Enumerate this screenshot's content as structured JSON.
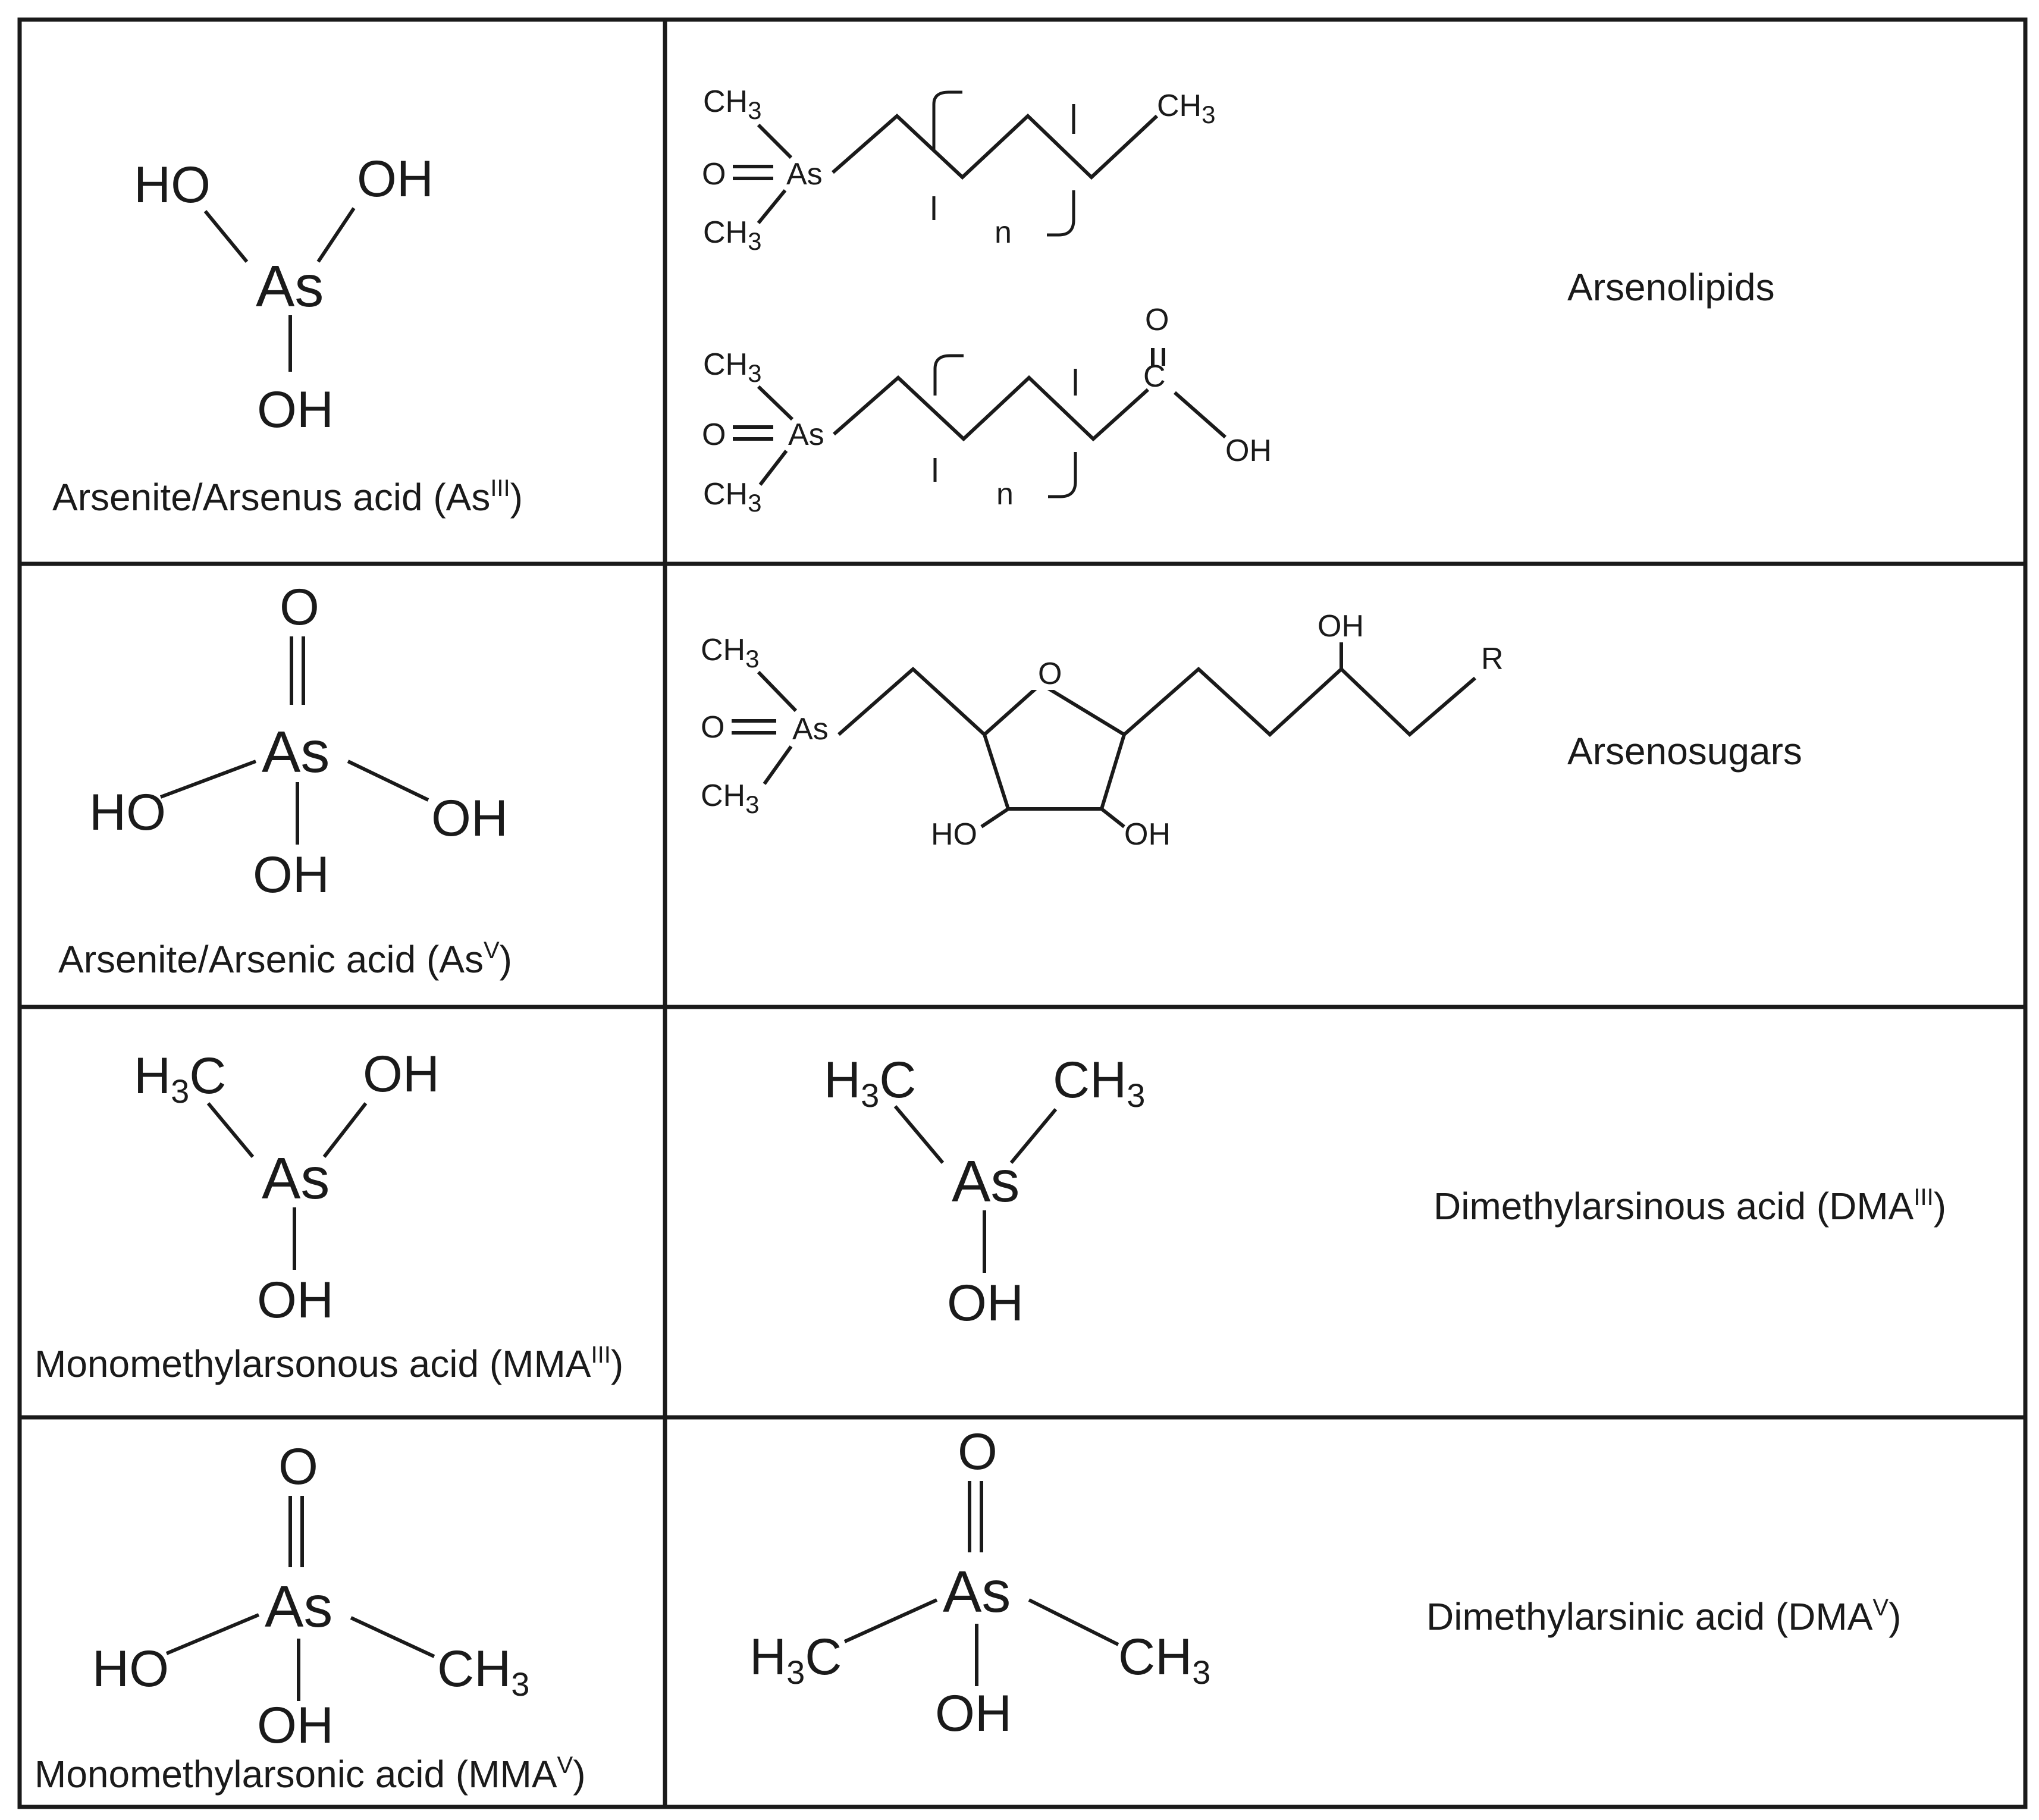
{
  "labels": {
    "ho": "HO",
    "oh": "OH",
    "as": "As",
    "o": "O",
    "c": "C",
    "ch": "CH",
    "h": "H",
    "three": "3",
    "n": "n",
    "r": "R"
  },
  "captions": {
    "arsenite": {
      "text": "Arsenite/Arsenus acid (As",
      "sup": "III",
      "close": ")"
    },
    "arsenic": {
      "text": "Arsenite/Arsenic acid (As",
      "sup": "V",
      "close": ")"
    },
    "mma3": {
      "text": "Monomethylarsonous acid (MMA",
      "sup": "III",
      "close": ")"
    },
    "mma5": {
      "text": "Monomethylarsonic acid (MMA",
      "sup": "V",
      "close": ")"
    },
    "arsenolipids": "Arsenolipids",
    "arsenosugars": "Arsenosugars",
    "dma3": {
      "text": "Dimethylarsinous acid (DMA",
      "sup": "III",
      "close": ")"
    },
    "dma5": {
      "text": "Dimethylarsinic acid (DMA",
      "sup": "V",
      "close": ")"
    }
  }
}
